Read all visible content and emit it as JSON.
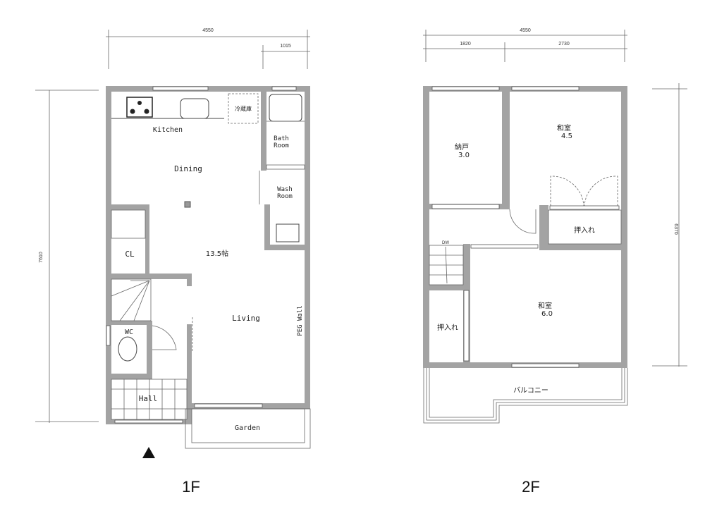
{
  "floor1": {
    "label": "1F",
    "dim_width": "4550",
    "dim_sub": "1015",
    "dim_height": "7610",
    "rooms": {
      "kitchen": "Kitchen",
      "dining": "Dining",
      "fridge": "冷蔵庫",
      "bath_1": "Bath",
      "bath_2": "Room",
      "wash_1": "Wash",
      "wash_2": "Room",
      "closet": "CL",
      "area": "13.5帖",
      "living": "Living",
      "peg_wall": "PEG Wall",
      "wc": "WC",
      "hall": "Hall",
      "garden": "Garden"
    }
  },
  "floor2": {
    "label": "2F",
    "dim_width": "4550",
    "dim_sub_left": "1820",
    "dim_sub_right": "2730",
    "dim_height": "6370",
    "rooms": {
      "storage": "納戸",
      "storage_size": "3.0",
      "washitsu_a": "和室",
      "washitsu_a_size": "4.5",
      "oshiire_a": "押入れ",
      "dw": "DW",
      "washitsu_b": "和室",
      "washitsu_b_size": "6.0",
      "oshiire_b": "押入れ",
      "balcony": "バルコニー"
    }
  }
}
